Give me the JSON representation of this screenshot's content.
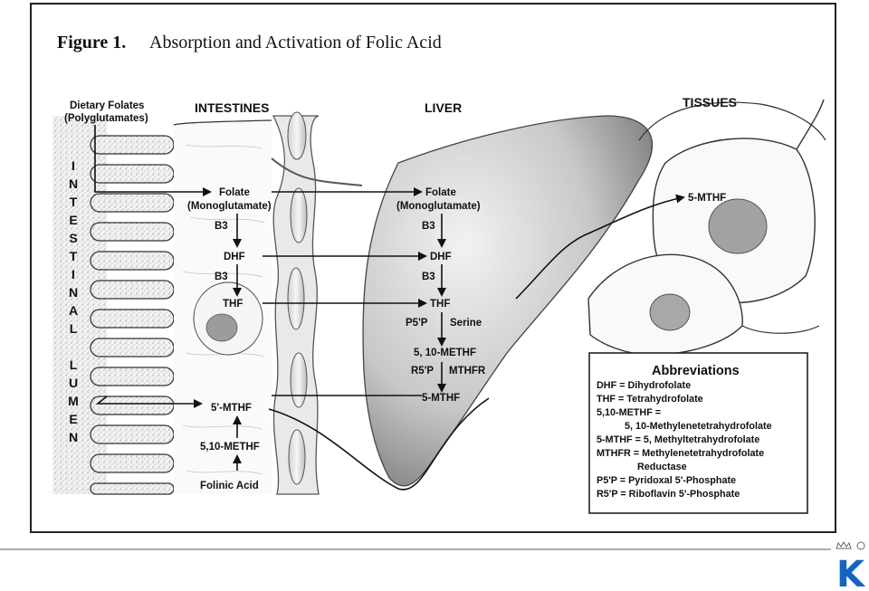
{
  "figure": {
    "number": "Figure 1.",
    "title": "Absorption and Activation of Folic Acid"
  },
  "regions": {
    "intestines": "INTESTINES",
    "liver": "LIVER",
    "tissues": "TISSUES"
  },
  "intestinal_lumen_letters": [
    "I",
    "N",
    "T",
    "E",
    "S",
    "T",
    "I",
    "N",
    "A",
    "L",
    "",
    "L",
    "U",
    "M",
    "E",
    "N"
  ],
  "dietary_folates": {
    "line1": "Dietary Folates",
    "line2": "(Polyglutamates)"
  },
  "intestine_pathway": {
    "folate": "Folate",
    "monoglutamate": "(Monoglutamate)",
    "b3_1": "B3",
    "dhf": "DHF",
    "b3_2": "B3",
    "thf": "THF",
    "mthf": "5'-MTHF",
    "methylene": "5,10-METHF",
    "folinic": "Folinic Acid"
  },
  "liver_pathway": {
    "folate": "Folate",
    "monoglutamate": "(Monoglutamate)",
    "b3_1": "B3",
    "dhf": "DHF",
    "b3_2": "B3",
    "thf": "THF",
    "p5p": "P5'P",
    "serine": "Serine",
    "methylene": "5, 10-METHF",
    "r5p": "R5'P",
    "mthfr": "MTHFR",
    "mthf": "5-MTHF"
  },
  "tissue_label": "5-MTHF",
  "abbreviations": {
    "title": "Abbreviations",
    "lines": [
      "DHF = Dihydrofolate",
      "THF = Tetrahydrofolate",
      "5,10-METHF =",
      "5, 10-Methylenetetrahydrofolate",
      "5-MTHF = 5, Methyltetrahydrofolate",
      "MTHFR = Methylenetetrahydrofolate",
      "Reductase",
      "P5'P = Pyridoxal 5'-Phosphate",
      "R5'P = Riboflavin 5'-Phosphate"
    ]
  },
  "logo": {
    "letter": "K",
    "color": "#1565c0"
  }
}
